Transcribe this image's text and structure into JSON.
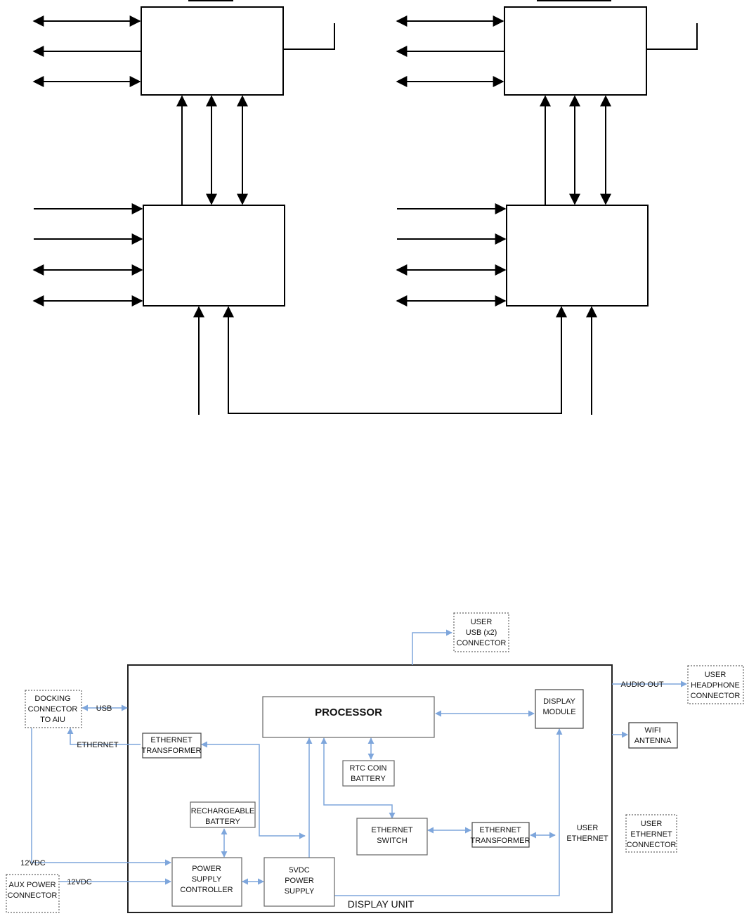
{
  "labels": {
    "processor": "PROCESSOR",
    "display_module": [
      "DISPLAY",
      "MODULE"
    ],
    "rtc_coin_battery": [
      "RTC COIN",
      "BATTERY"
    ],
    "ethernet_transformer": [
      "ETHERNET",
      "TRANSFORMER"
    ],
    "rechargeable_battery": [
      "RECHARGEABLE",
      "BATTERY"
    ],
    "ethernet_switch": [
      "ETHERNET",
      "SWITCH"
    ],
    "power_supply_controller": [
      "POWER",
      "SUPPLY",
      "CONTROLLER"
    ],
    "power_supply_5vdc": [
      "5VDC",
      "POWER",
      "SUPPLY"
    ],
    "display_unit": "DISPLAY UNIT",
    "user_usb_connector": [
      "USER",
      "USB (x2)",
      "CONNECTOR"
    ],
    "user_headphone_connector": [
      "USER",
      "HEADPHONE",
      "CONNECTOR"
    ],
    "wifi_antenna": [
      "WIFI",
      "ANTENNA"
    ],
    "user_ethernet_connector": [
      "USER",
      "ETHERNET",
      "CONNECTOR"
    ],
    "docking_connector": [
      "DOCKING",
      "CONNECTOR",
      "TO AIU"
    ],
    "aux_power_connector": [
      "AUX POWER",
      "CONNECTOR"
    ],
    "usb": "USB",
    "ethernet": "ETHERNET",
    "audio_out": "AUDIO OUT",
    "user_ethernet": [
      "USER",
      "ETHERNET"
    ],
    "vdc12_a": "12VDC",
    "vdc12_b": "12VDC"
  },
  "colors": {
    "line_black": "#000000",
    "line_blue": "#7ea6dc",
    "box_border": "#555555"
  }
}
